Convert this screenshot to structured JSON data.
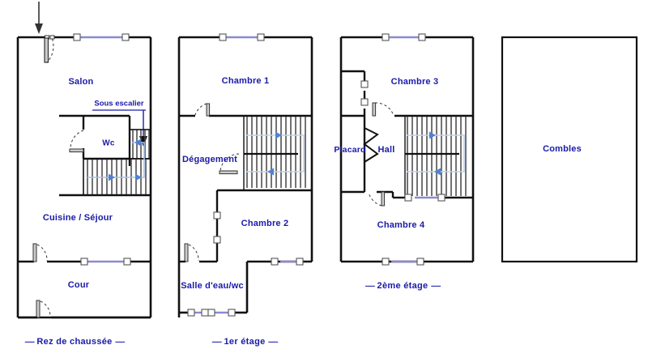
{
  "document": {
    "type": "floor-plan",
    "title": "Plans d'étages",
    "sheet_width": 800,
    "sheet_height": 447,
    "background_color": "#ffffff",
    "wall_color": "#111111",
    "label_color": "#1a1aa8",
    "window_color": "#8a8ad0",
    "stair_arrow_color": "#4f82d6"
  },
  "plans": [
    {
      "id": "rez-de-chaussee",
      "caption": "Rez de chaussée",
      "caption_prefix": "-----",
      "caption_suffix": "-----",
      "rooms": [
        {
          "name": "Salon"
        },
        {
          "name": "Wc"
        },
        {
          "name": "Cuisine / Séjour"
        },
        {
          "name": "Cour"
        }
      ],
      "annotations": [
        {
          "name": "Sous escalier"
        }
      ],
      "features": [
        "entrance-arrow",
        "entry-door",
        "window",
        "staircase-up",
        "interior-doors"
      ]
    },
    {
      "id": "1er-etage",
      "caption": "1er étage",
      "caption_prefix": "-----",
      "caption_suffix": "-----",
      "rooms": [
        {
          "name": "Chambre 1"
        },
        {
          "name": "Dégagement"
        },
        {
          "name": "Chambre 2"
        },
        {
          "name": "Salle d'eau/wc"
        }
      ],
      "annotations": [],
      "features": [
        "windows",
        "staircase",
        "interior-doors"
      ]
    },
    {
      "id": "2eme-etage",
      "caption": "2ème étage",
      "caption_prefix": "-----",
      "caption_suffix": "-----",
      "rooms": [
        {
          "name": "Chambre 3"
        },
        {
          "name": "Placard"
        },
        {
          "name": "Hall"
        },
        {
          "name": "Chambre 4"
        }
      ],
      "annotations": [],
      "features": [
        "windows",
        "staircase",
        "folding-closet-door",
        "interior-doors"
      ]
    },
    {
      "id": "combles",
      "caption": "",
      "caption_prefix": "",
      "caption_suffix": "",
      "rooms": [
        {
          "name": "Combles"
        }
      ],
      "annotations": [],
      "features": []
    }
  ],
  "labels": {
    "salon": "Salon",
    "sous_escalier": "Sous escalier",
    "wc": "Wc",
    "cuisine_sejour": "Cuisine / Séjour",
    "cour": "Cour",
    "chambre1": "Chambre 1",
    "degagement": "Dégagement",
    "chambre2": "Chambre 2",
    "salle_eau_wc": "Salle d'eau/wc",
    "chambre3": "Chambre 3",
    "placard": "Placard",
    "hall": "Hall",
    "chambre4": "Chambre 4",
    "combles": "Combles"
  },
  "captions": {
    "rdc": "Rez de chaussée",
    "etage1": "1er étage",
    "etage2": "2ème étage",
    "dash": "-----"
  }
}
